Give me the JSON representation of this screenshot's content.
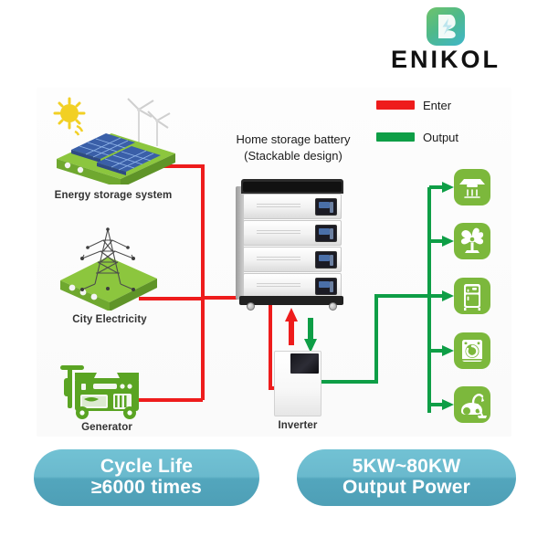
{
  "brand": {
    "name": "ENIKOL",
    "logo_icon": "enikol-bolt-logo",
    "logo_gradient_from": "#6fc36a",
    "logo_gradient_to": "#3fb6c9"
  },
  "legend": {
    "items": [
      {
        "label": "Enter",
        "color": "#ee1c1c"
      },
      {
        "label": "Output",
        "color": "#0e9e46"
      }
    ]
  },
  "diagram": {
    "sources": [
      {
        "id": "energy-storage-system",
        "label": "Energy storage system",
        "icon": "solar-wind-platform-icon"
      },
      {
        "id": "city-electricity",
        "label": "City Electricity",
        "icon": "power-pylon-platform-icon"
      },
      {
        "id": "generator",
        "label": "Generator",
        "icon": "generator-icon"
      }
    ],
    "battery": {
      "title_line1": "Home storage battery",
      "title_line2": "(Stackable design)",
      "module_count": 4,
      "icon": "stacked-battery-icon"
    },
    "inverter": {
      "label": "Inverter",
      "icon": "inverter-icon",
      "enter_arrow": "up-arrow-red",
      "output_arrow": "down-arrow-green"
    },
    "loads": [
      {
        "id": "range-hood",
        "icon": "range-hood-icon"
      },
      {
        "id": "electric-fan",
        "icon": "fan-icon"
      },
      {
        "id": "refrigerator",
        "icon": "refrigerator-icon"
      },
      {
        "id": "washing-machine",
        "icon": "washing-machine-icon"
      },
      {
        "id": "vacuum-cleaner",
        "icon": "vacuum-cleaner-icon"
      }
    ],
    "wire_colors": {
      "enter": "#ee1c1c",
      "output": "#0e9e46"
    }
  },
  "badges": [
    {
      "id": "cycle-life",
      "line1": "Cycle Life",
      "line2": "≥6000 times",
      "color": "#5fb2c7"
    },
    {
      "id": "output-power",
      "line1": "5KW~80KW",
      "line2": "Output Power",
      "color": "#5fb2c7"
    }
  ]
}
